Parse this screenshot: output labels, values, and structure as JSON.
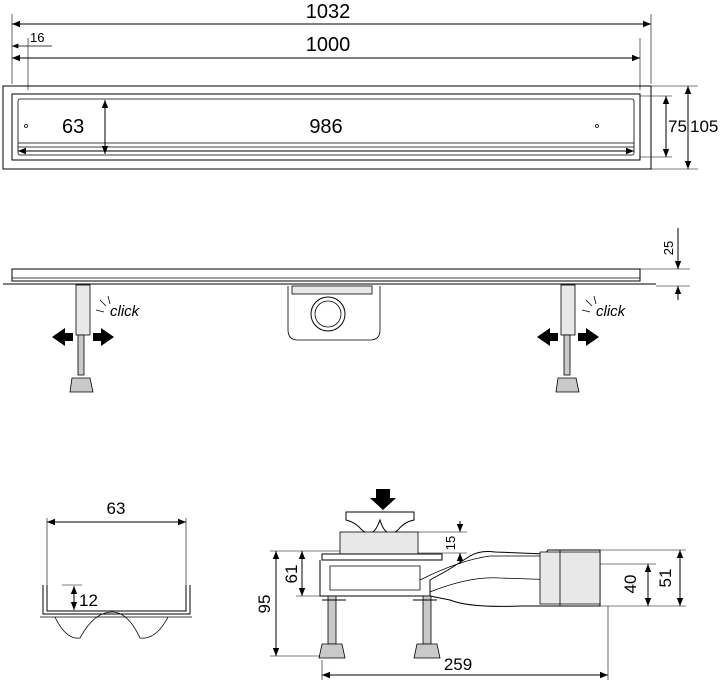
{
  "dimensions": {
    "overall_length": "1032",
    "flange_offset": "16",
    "channel_length": "1000",
    "grate_width": "63",
    "grate_length": "986",
    "inner_width": "75",
    "outer_width": "105",
    "frame_height": "25",
    "grate_top_width": "63",
    "grate_depth": "12",
    "insert_height": "15",
    "body_height": "61",
    "total_height": "95",
    "outlet_inner": "40",
    "outlet_outer": "51",
    "outlet_length": "259"
  },
  "annotations": {
    "click_left": "click",
    "click_right": "click"
  },
  "colors": {
    "line": "#000000",
    "fill_gray": "#c9c9c9",
    "fill_light": "#e8e8e8"
  }
}
